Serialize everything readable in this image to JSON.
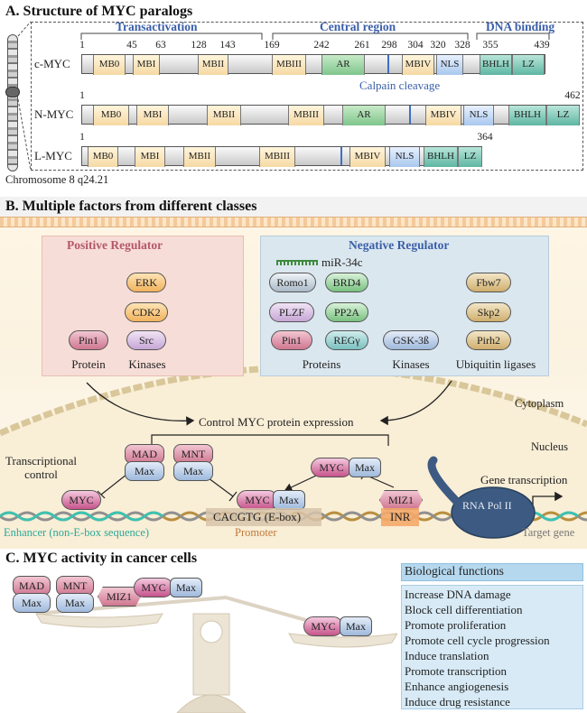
{
  "sectionA": {
    "title": "A. Structure of MYC paralogs",
    "chromosome": "Chromosome 8 q24.21",
    "regions": {
      "trans": "Transactivation",
      "central": "Central region",
      "dna": "DNA binding"
    },
    "calpain": "Calpain cleavage",
    "cmyc": {
      "name": "c-MYC",
      "nums": [
        "1",
        "45",
        "63",
        "128",
        "143",
        "169",
        "242",
        "261",
        "298",
        "304",
        "320",
        "328",
        "355",
        "439"
      ],
      "domains": [
        "MB0",
        "MBI",
        "MBII",
        "MBIII",
        "AR",
        "MBIV",
        "NLS",
        "BHLH",
        "LZ"
      ]
    },
    "nmyc": {
      "name": "N-MYC",
      "nums": [
        "1",
        "462"
      ],
      "domains": [
        "MB0",
        "MBI",
        "MBII",
        "MBIII",
        "AR",
        "MBIV",
        "NLS",
        "BHLH",
        "LZ"
      ]
    },
    "lmyc": {
      "name": "L-MYC",
      "nums": [
        "1",
        "364"
      ],
      "domains": [
        "MB0",
        "MBI",
        "MBII",
        "MBIII",
        "MBIV",
        "NLS",
        "BHLH",
        "LZ"
      ]
    }
  },
  "sectionB": {
    "title": "B. Multiple factors from different classes",
    "positive": {
      "title": "Positive Regulator",
      "kinases": [
        "ERK",
        "CDK2",
        "Src"
      ],
      "protein": "Pin1",
      "label_protein": "Protein",
      "label_kinases": "Kinases"
    },
    "negative": {
      "title": "Negative Regulator",
      "mirna": "miR-34c",
      "proteins": [
        "Romo1",
        "BRD4",
        "PLZF",
        "PP2A",
        "Pin1",
        "REGγ"
      ],
      "kinase": "GSK-3ß",
      "ligases": [
        "Fbw7",
        "Skp2",
        "Pirh2"
      ],
      "label_proteins": "Proteins",
      "label_kinases": "Kinases",
      "label_ligases": "Ubiquitin ligases"
    },
    "cytoplasm": "Cytoplasm",
    "nucleus": "Nucleus",
    "control": "Control MYC protein expression",
    "transcriptional_control": "Transcriptional\ncontrol",
    "mad": "MAD",
    "max": "Max",
    "mnt": "MNT",
    "myc": "MYC",
    "miz1": "MIZ1",
    "ebox": "CACGTG (E-box)",
    "inr": "INR",
    "promoter": "Promoter",
    "enhancer": "Enhancer (non-E-box sequence)",
    "rnapol": "RNA Pol II",
    "gene_transcription": "Gene transcription",
    "target_gene": "Target gene"
  },
  "sectionC": {
    "title": "C. MYC activity in cancer cells",
    "functions_title": "Biological functions",
    "functions": [
      "Increase DNA damage",
      "Block cell differentiation",
      "Promote proliferation",
      "Promote cell cycle progression",
      "Induce translation",
      "Promote transcription",
      "Enhance angiogenesis",
      "Induce drug resistance"
    ]
  },
  "colors": {
    "header_bg": "#f2f2f2",
    "positive_bg": "#f7ddd7",
    "negative_bg": "#dbe7ef",
    "region_title": "#3a5fa8",
    "pos_title": "#b5576b"
  }
}
